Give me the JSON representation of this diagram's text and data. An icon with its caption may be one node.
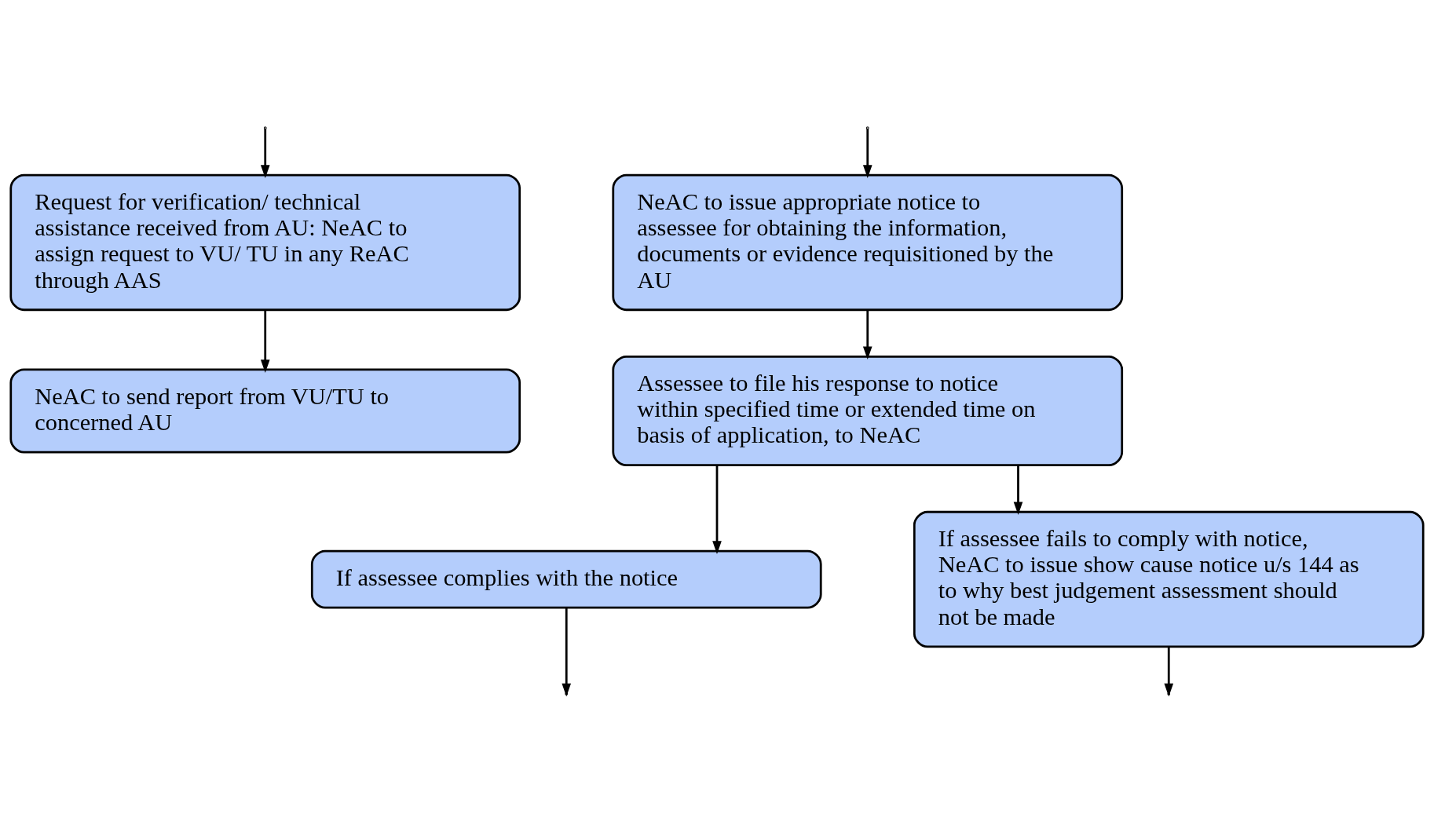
{
  "diagram": {
    "nodes": [
      {
        "text": [
          "Request for verification/ technical assistance received from AU: NeAC to assign request to VU/ TU in any ReAC through AAS"
        ]
      },
      {
        "text": [
          "NeAC to send report from VU/TU to concerned AU"
        ]
      },
      {
        "text": [
          "NeAC to issue appropriate notice to assessee for obtaining the information, documents or evidence requisitioned by the AU"
        ]
      },
      {
        "text": [
          "Assessee to file his response to notice within specified time or extended time on basis of application, to NeAC"
        ]
      },
      {
        "text": [
          "If assessee complies with the notice"
        ]
      },
      {
        "text": [
          "If assessee fails to comply with notice, NeAC to issue show cause notice u/s 144 as to why best judgement assessment should not be made"
        ]
      }
    ],
    "edges": [
      {
        "from": null,
        "to": 0,
        "arrow": "to"
      },
      {
        "from": null,
        "to": 2,
        "arrow": "to"
      },
      {
        "from": 0,
        "to": 1,
        "arrow": "to"
      },
      {
        "from": 2,
        "to": 3,
        "arrow": "to"
      },
      {
        "from": 3,
        "to": 4,
        "arrow": "to"
      },
      {
        "from": 3,
        "to": 5,
        "arrow": "to"
      },
      {
        "from": 4,
        "to": null,
        "arrow": "to"
      },
      {
        "from": 5,
        "to": null,
        "arrow": "to"
      }
    ]
  }
}
